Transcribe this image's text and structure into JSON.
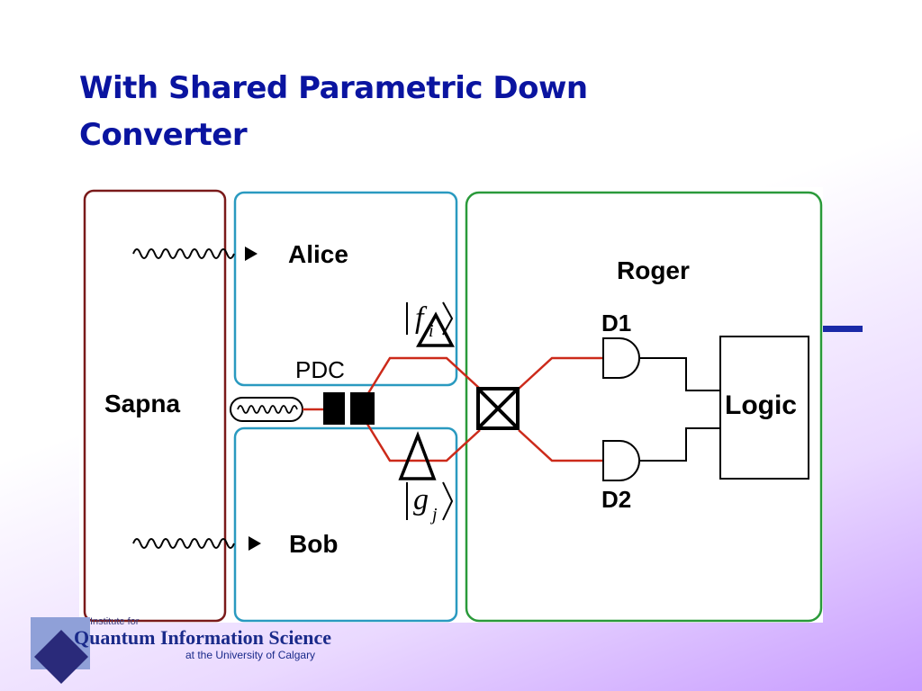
{
  "slide": {
    "title_line1": "With Shared Parametric Down",
    "title_line2": "Converter"
  },
  "diagram": {
    "parties": {
      "sapna": "Sapna",
      "alice": "Alice",
      "bob": "Bob",
      "roger": "Roger"
    },
    "pdc_label": "PDC",
    "detectors": {
      "d1": "D1",
      "d2": "D2"
    },
    "logic_label": "Logic",
    "states": {
      "f_symbol": "f",
      "f_subscript": "i",
      "g_symbol": "g",
      "g_subscript": "j"
    },
    "colors": {
      "sapna_border": "#7a1a1a",
      "alice_bob_border": "#2a9ac0",
      "roger_border": "#2a9a3a",
      "beam": "#cc2a1a"
    }
  },
  "footer": {
    "institute_for": "Institute for",
    "institute_name": "Quantum Information Science",
    "university": "at the University of Calgary"
  }
}
